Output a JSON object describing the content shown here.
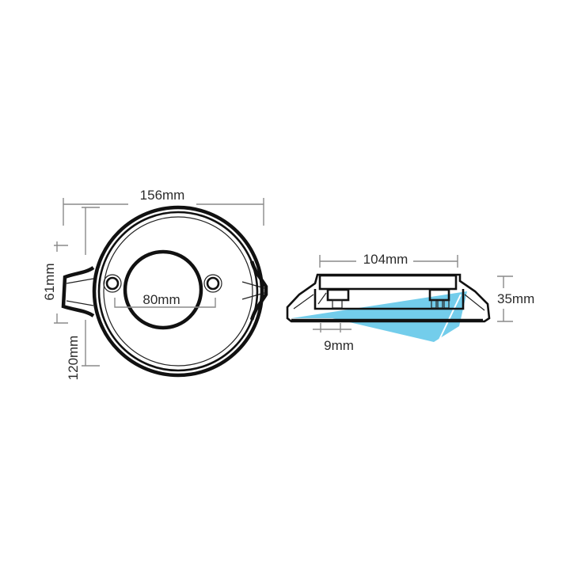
{
  "diagram": {
    "type": "technical-dimension-drawing",
    "background": "#ffffff",
    "line_color": "#111111",
    "dimension_line_color": "#8a8a8a",
    "highlight_color": "#5bc4e8",
    "top_view": {
      "overall_width_label": "156mm",
      "ear_height_label": "61mm",
      "body_diameter_label": "120mm",
      "bolt_spacing_label": "80mm"
    },
    "side_view": {
      "top_width_label": "104mm",
      "height_label": "35mm",
      "slot_width_label": "9mm"
    }
  }
}
